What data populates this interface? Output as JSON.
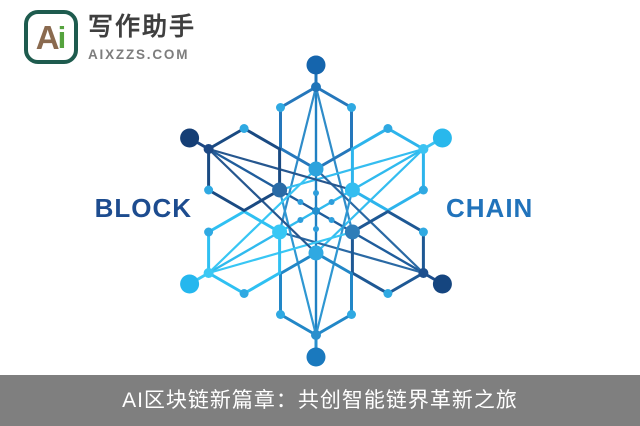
{
  "logo": {
    "monogram_a": "A",
    "monogram_i": "i",
    "brand": "写作助手",
    "domain": "AIXZZS.COM",
    "box_border_color": "#1e5b4e",
    "a_color": "#8a6a4f",
    "i_color": "#55a33e",
    "brand_color": "#3f3f3f",
    "domain_color": "#7d7d7d"
  },
  "artwork": {
    "left_label": "BLOCK",
    "right_label": "CHAIN",
    "left_label_color": "#1d4c8f",
    "right_label_color": "#2173bb",
    "palette": {
      "big_dots": [
        "#1565ad",
        "#29b8ec",
        "#15457f",
        "#1a79be",
        "#25b7ee",
        "#153e75"
      ],
      "nodes": [
        "#1f74b8",
        "#3cc3f2",
        "#1d4f8e",
        "#2a8fcd",
        "#3bc8f4",
        "#1c4884"
      ],
      "satellites": [
        "#2577bb",
        "#2db4ec",
        "#1e5894",
        "#2287c7",
        "#2fc0f2",
        "#1a4a82"
      ],
      "chords": [
        "#2f8cc9",
        "#35bdf0",
        "#2a69a4",
        "#2f97d2",
        "#38c6f4",
        "#26578f"
      ],
      "medium_dots": [
        "#2da3dd",
        "#33bdf0",
        "#2f7db8",
        "#2fa9e2",
        "#38c7f5",
        "#2a6ba6"
      ],
      "spokes": [
        "#2080c2",
        "#30baee",
        "#1f5d9c"
      ],
      "shoulder_dots": "#2fa9e2",
      "center_dot": "#2490cf",
      "tiny_dots": "#2d9edc"
    }
  },
  "caption": {
    "text": "AI区块链新篇章：共创智能链界革新之旅",
    "bar_color": "#7f7f7f",
    "text_color": "#ffffff"
  }
}
